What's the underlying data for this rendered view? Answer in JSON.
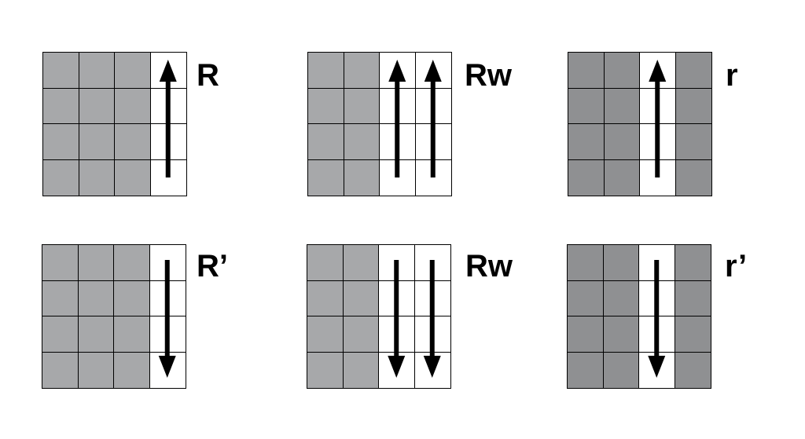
{
  "colors": {
    "light_gray": "#a7a8aa",
    "dark_gray": "#8f9092",
    "white": "#ffffff",
    "line": "#000000"
  },
  "diagrams": [
    {
      "label": "R",
      "cell_colors": [
        "light_gray",
        "light_gray",
        "light_gray",
        "white"
      ],
      "white_columns": [
        3
      ],
      "arrow_direction": "up"
    },
    {
      "label": "Rw",
      "cell_colors": [
        "light_gray",
        "light_gray",
        "white",
        "white"
      ],
      "white_columns": [
        2,
        3
      ],
      "arrow_direction": "up"
    },
    {
      "label": "r",
      "cell_colors": [
        "dark_gray",
        "dark_gray",
        "white",
        "dark_gray"
      ],
      "white_columns": [
        2
      ],
      "arrow_direction": "up"
    },
    {
      "label": "R’",
      "cell_colors": [
        "light_gray",
        "light_gray",
        "light_gray",
        "white"
      ],
      "white_columns": [
        3
      ],
      "arrow_direction": "down"
    },
    {
      "label": "Rw",
      "cell_colors": [
        "light_gray",
        "light_gray",
        "white",
        "white"
      ],
      "white_columns": [
        2,
        3
      ],
      "arrow_direction": "down"
    },
    {
      "label": "r’",
      "cell_colors": [
        "dark_gray",
        "dark_gray",
        "white",
        "dark_gray"
      ],
      "white_columns": [
        2
      ],
      "arrow_direction": "down"
    }
  ]
}
